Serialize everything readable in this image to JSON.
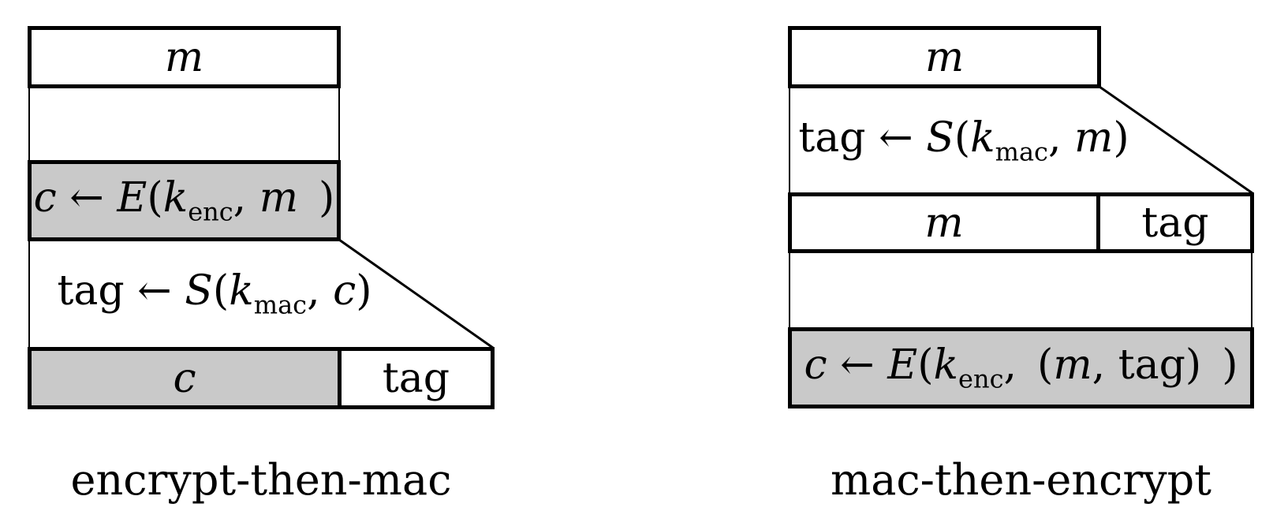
{
  "colors": {
    "box_fill_gray": "#c9c9c9",
    "line": "#000000",
    "background": "#ffffff"
  },
  "left": {
    "caption": "encrypt-then-mac",
    "message_box": "m",
    "encrypt_formula": {
      "out": "c",
      "assign": " ← ",
      "func": "E",
      "open": "(",
      "key": "k",
      "key_sub": "enc",
      "sep": ", ",
      "arg": "m",
      "close": " )"
    },
    "mac_formula": {
      "out": "tag",
      "assign": " ← ",
      "func": "S",
      "open": "(",
      "key": "k",
      "key_sub": "mac",
      "sep": ", ",
      "arg": "c",
      "close": ")"
    },
    "output_cipher": "c",
    "output_tag": "tag"
  },
  "right": {
    "caption": "mac-then-encrypt",
    "message_box": "m",
    "mac_formula": {
      "out": "tag",
      "assign": " ← ",
      "func": "S",
      "open": "(",
      "key": "k",
      "key_sub": "mac",
      "sep": ", ",
      "arg": "m",
      "close": ")"
    },
    "row_message": "m",
    "row_tag": "tag",
    "encrypt_formula": {
      "out": "c",
      "assign": " ← ",
      "func": "E",
      "open": "(",
      "key": "k",
      "key_sub": "enc",
      "sep": ", (",
      "arg": "m",
      "sep2": ", ",
      "arg2": "tag",
      "close": ") )"
    }
  }
}
